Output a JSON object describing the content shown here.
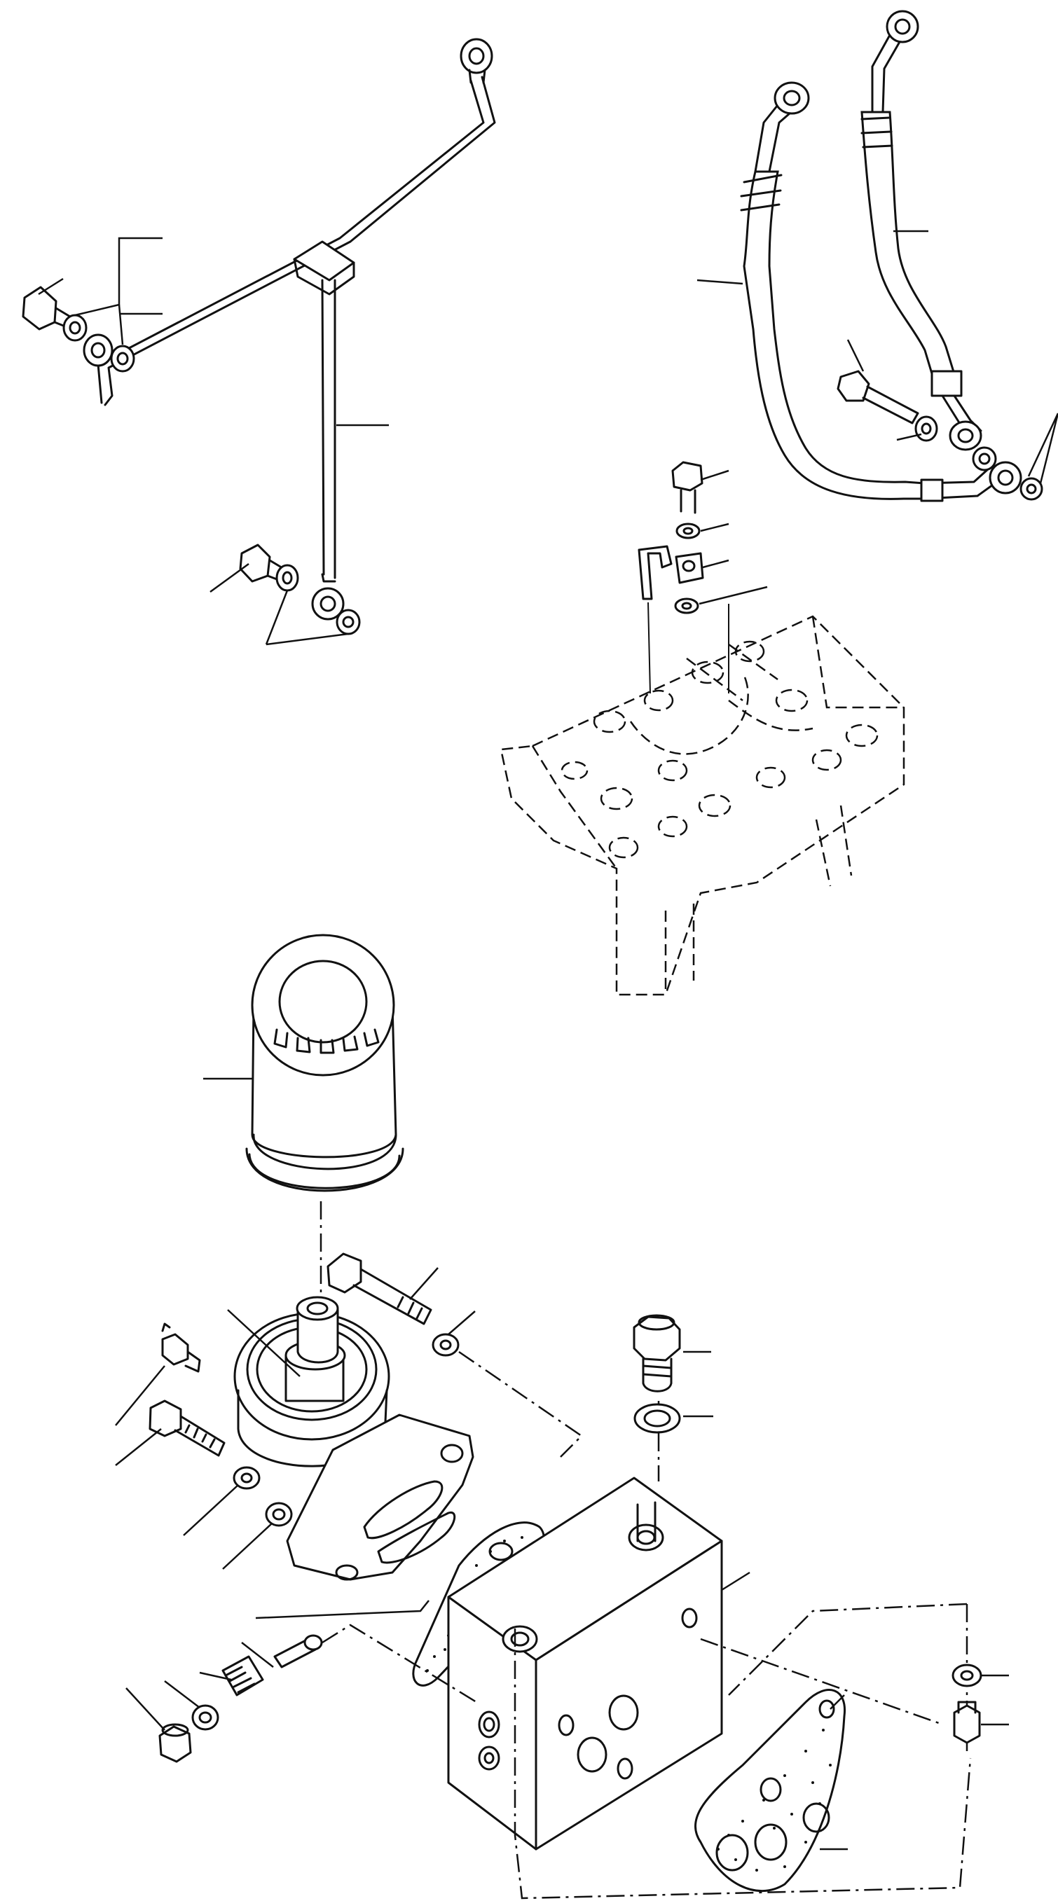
{
  "figure": {
    "kind": "exploded parts diagram",
    "line_color": "#111111",
    "background": "#ffffff",
    "parts": [
      "oil-pipe-assembly",
      "hose-left",
      "hose-right",
      "cylinder-head-phantom",
      "oil-filter-cartridge",
      "filter-head-bracket",
      "oil-cooler-block",
      "gasket-left",
      "gasket-right",
      "relief-valve-assembly",
      "drain-plug",
      "banjo-bolt"
    ]
  }
}
